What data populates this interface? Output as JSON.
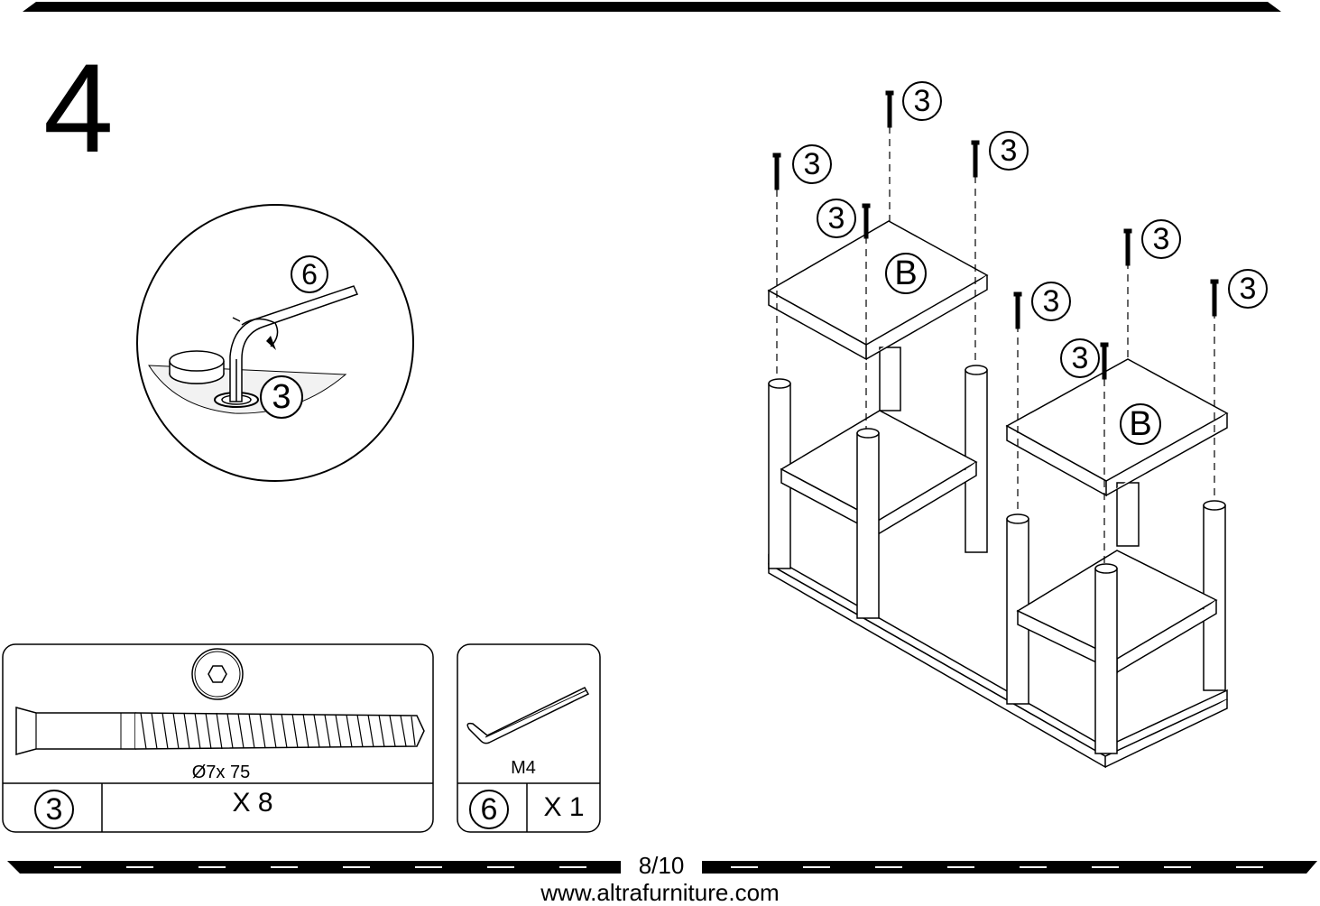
{
  "step": {
    "number": "4"
  },
  "callouts": {
    "screw": "3",
    "key": "6",
    "panel": "B"
  },
  "parts": {
    "screw": {
      "callout": "3",
      "spec": "Ø7x 75",
      "quantity": "X 8"
    },
    "hex_key": {
      "callout": "6",
      "spec": "M4",
      "quantity": "X 1"
    }
  },
  "footer": {
    "page": "8/10",
    "website": "www.altrafurniture.com"
  }
}
